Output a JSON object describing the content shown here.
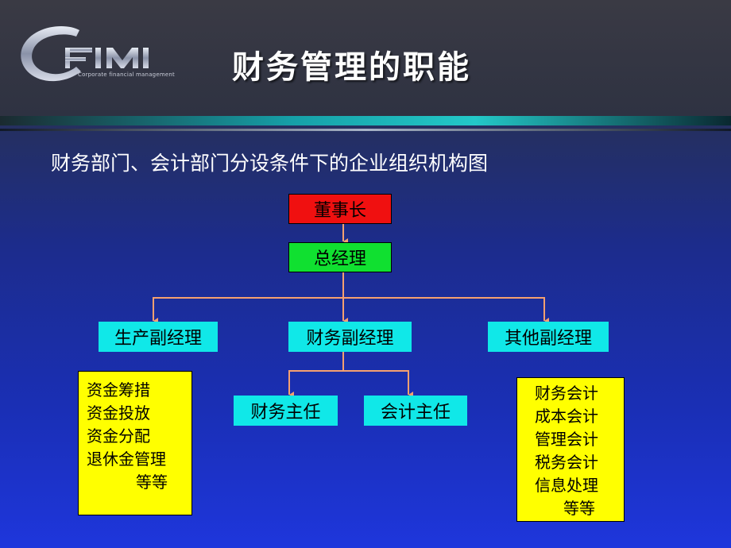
{
  "header": {
    "title": "财务管理的职能",
    "logo_text": "Corporate financial management"
  },
  "subtitle": "财务部门、会计部门分设条件下的企业组织机构图",
  "org": {
    "chairman": "董事长",
    "gm": "总经理",
    "vp_production": "生产副经理",
    "vp_finance": "财务副经理",
    "vp_other": "其他副经理",
    "finance_director": "财务主任",
    "accounting_director": "会计主任"
  },
  "finance_duties": [
    "资金筹措",
    "资金投放",
    "资金分配",
    "退休金管理",
    "等等"
  ],
  "accounting_duties": [
    "财务会计",
    "成本会计",
    "管理会计",
    "税务会计",
    "信息处理",
    "等等"
  ],
  "colors": {
    "connector": "#f5a070",
    "chairman_fill": "#f01010",
    "gm_fill": "#10e030",
    "vp_fill": "#10e8e8",
    "duty_fill": "#ffff00"
  }
}
